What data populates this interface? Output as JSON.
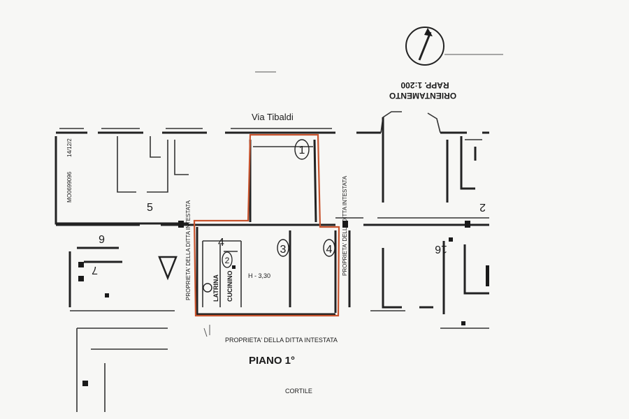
{
  "plan": {
    "street_label": "Via Tibaldi",
    "floor_label": "PIANO 1°",
    "courtyard_label": "CORTILE",
    "property_bottom": "PROPRIETA' DELLA DITTA INTESTATA",
    "property_left": "PROPRIETA' DELLA DITTA INTESTATA",
    "property_right": "PROPRIETA' DELLA DITTA INTESTATA",
    "orientation_line1": "ORIENTAMENTO",
    "orientation_line2": "RAPP. 1:200",
    "left_code": "MO0699096",
    "left_date": "14/12/2",
    "height_note": "H - 3,30",
    "rooms": {
      "latrina": "LATRINA",
      "cucinino": "CUCININO"
    },
    "circled_numbers": [
      "1",
      "2",
      "3",
      "4"
    ],
    "neighbor_numbers": {
      "n4": "4",
      "n5": "5",
      "n6": "6",
      "n7": "7",
      "n16": "16",
      "n2": "2"
    },
    "colors": {
      "highlight": "#c8542e",
      "ink": "#1a1a1a",
      "paper": "#f7f7f5"
    }
  }
}
